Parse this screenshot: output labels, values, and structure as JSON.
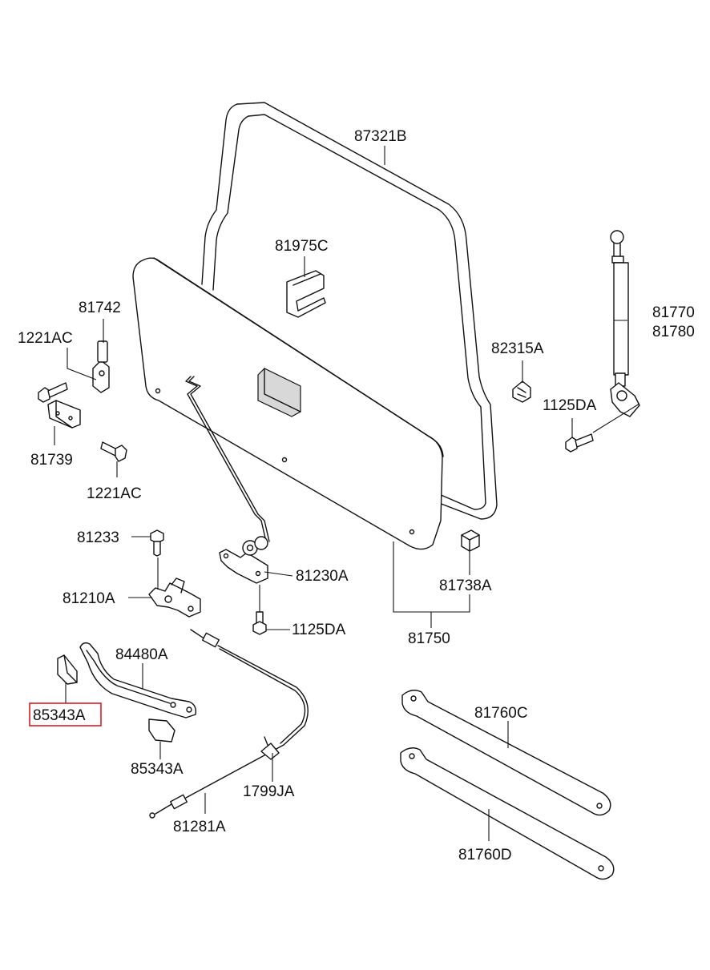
{
  "labels": {
    "gasket": "87321B",
    "clip_upper": "81975C",
    "bracket_left": "81742",
    "bolt_upper_left": "1221AC",
    "bracket_lower_left": "81739",
    "bolt_lower_left": "1221AC",
    "strut": "81770",
    "strut_alt": "81780",
    "fastener_clip": "82315A",
    "bolt_strut": "1125DA",
    "bolt_latch": "81233",
    "latch": "81210A",
    "hinge_plate": "81230A",
    "bolt_hinge": "1125DA",
    "bumper": "81738A",
    "panel_assy": "81750",
    "handle": "84480A",
    "handle_cap_highlighted": "85343A",
    "handle_cap": "85343A",
    "clamp": "1799JA",
    "cable": "81281A",
    "rod_upper": "81760C",
    "rod_lower": "81760D"
  },
  "highlight": {
    "label_key": "handle_cap_highlighted",
    "color": "#e0191f"
  },
  "colors": {
    "line": "#111111",
    "background": "#ffffff"
  }
}
